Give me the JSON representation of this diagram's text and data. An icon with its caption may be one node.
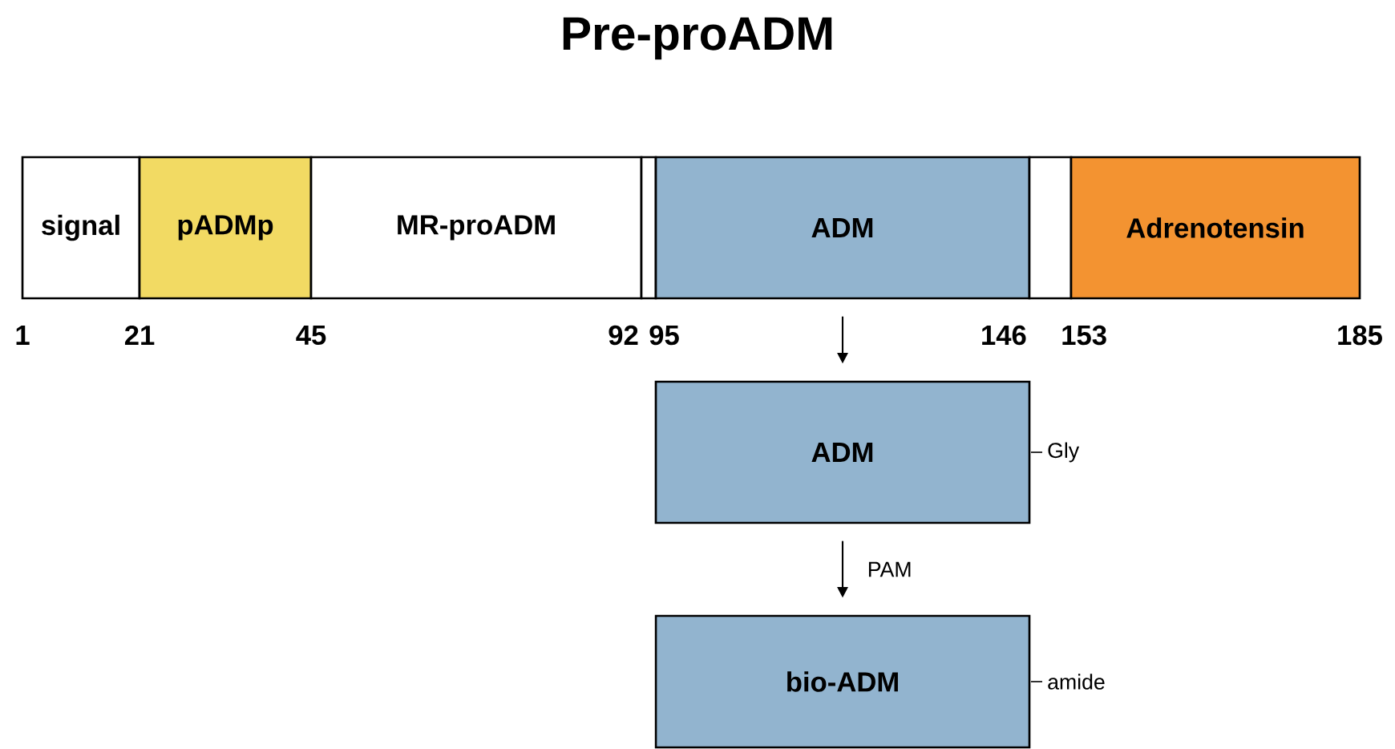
{
  "diagram": {
    "title": "Pre-proADM",
    "nodes": [
      {
        "text": [
          "signal"
        ]
      },
      {
        "text": [
          "pADMp"
        ]
      },
      {
        "text": [
          "MR-proADM"
        ]
      },
      {
        "text": [],
        "shape": "box"
      },
      {
        "text": [
          "ADM"
        ]
      },
      {
        "text": [],
        "shape": "box"
      },
      {
        "text": [
          "Adrenotensin"
        ]
      },
      {
        "text": [
          "ADM"
        ],
        "beside": [
          "Gly"
        ]
      },
      {
        "text": [
          "bio-ADM"
        ],
        "beside": [
          "amide"
        ]
      }
    ],
    "edges": [
      {
        "from": 4,
        "to": 7,
        "arrow": "to"
      },
      {
        "from": 7,
        "to": 8,
        "arrow": "to",
        "label": "PAM"
      }
    ],
    "labels": [
      "1",
      "21",
      "45",
      "92",
      "95",
      "146",
      "153",
      "185"
    ]
  }
}
